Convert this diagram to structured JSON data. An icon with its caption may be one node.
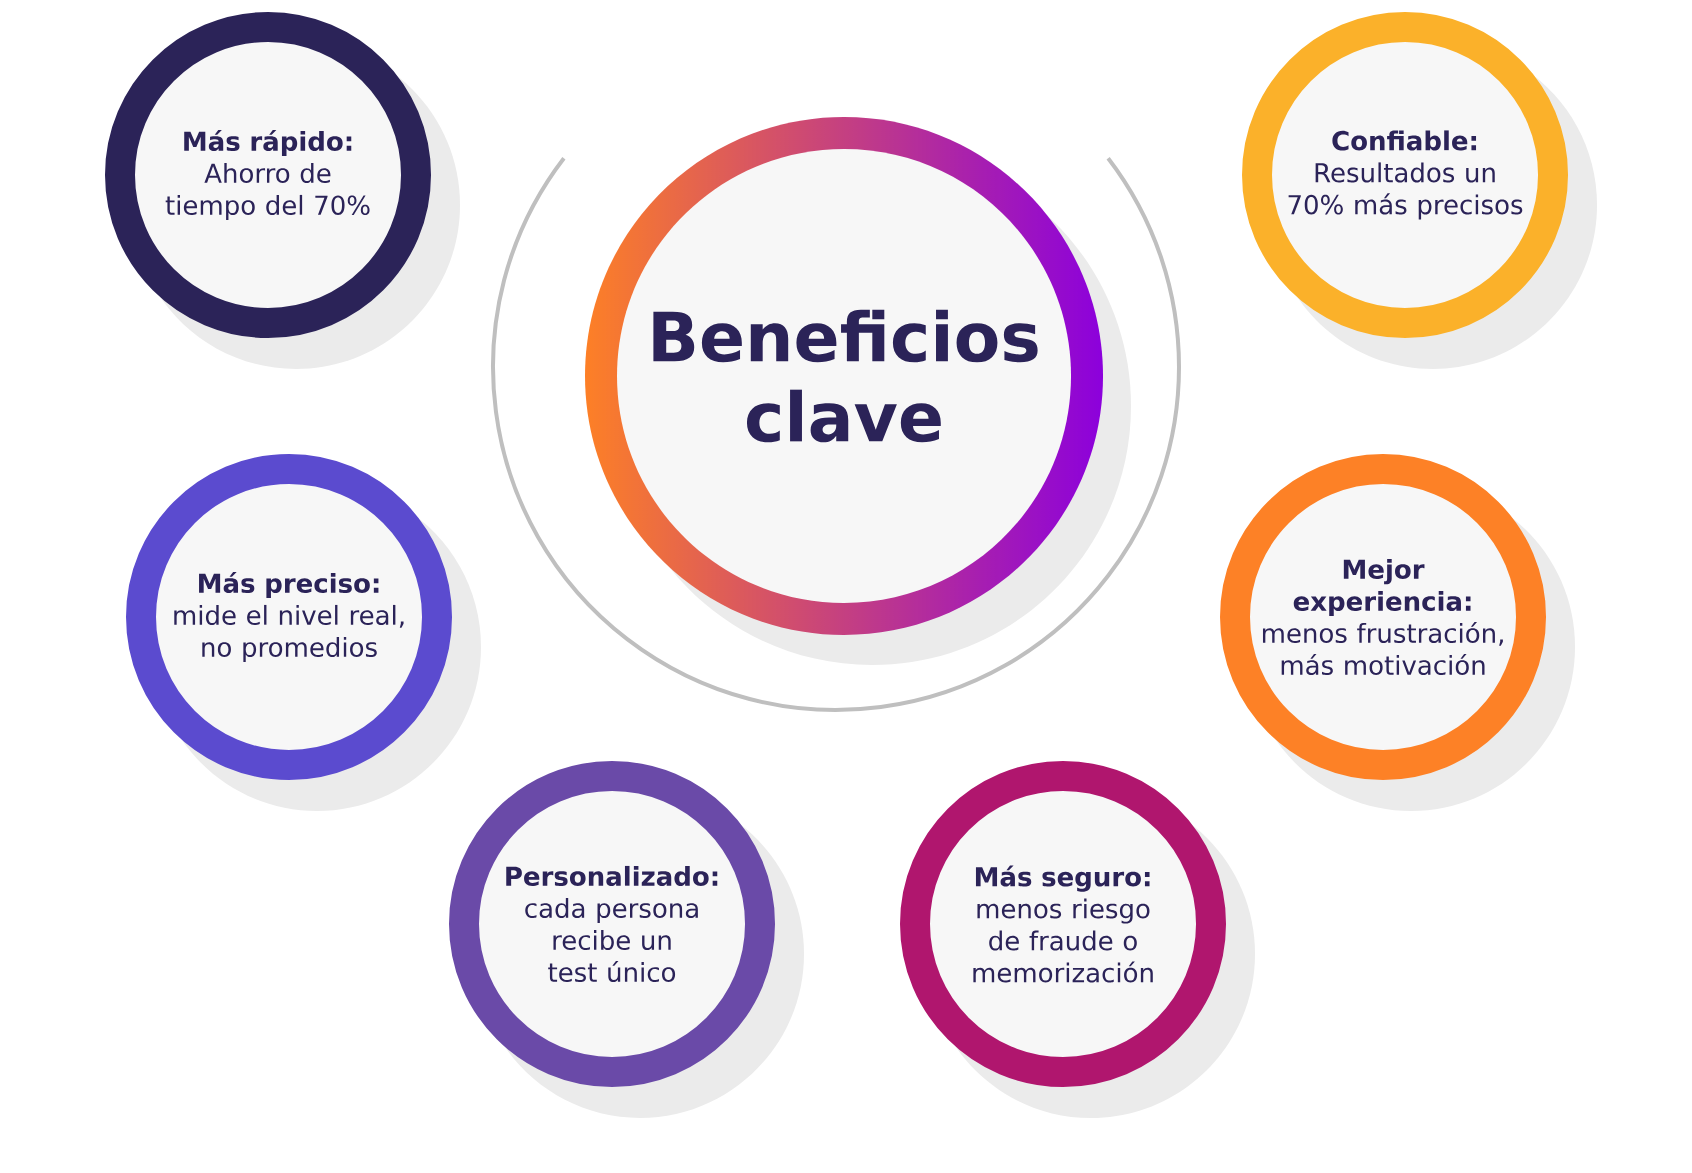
{
  "diagram": {
    "nodes": [
      {
        "text": [
          "Beneficios clave"
        ]
      },
      {
        "text": [
          "Más rápido:",
          "Ahorro de tiempo del 70%"
        ]
      },
      {
        "text": [
          "Confiable:",
          "Resultados un 70% más precisos"
        ]
      },
      {
        "text": [
          "Más preciso:",
          "mide el nivel real, no promedios"
        ]
      },
      {
        "text": [
          "Mejor experiencia:",
          "menos frustración, más motivación"
        ]
      },
      {
        "text": [
          "Personalizado:",
          "cada persona recibe un test único"
        ]
      },
      {
        "text": [
          "Más seguro:",
          "menos riesgo de fraude o memorización"
        ]
      }
    ]
  }
}
